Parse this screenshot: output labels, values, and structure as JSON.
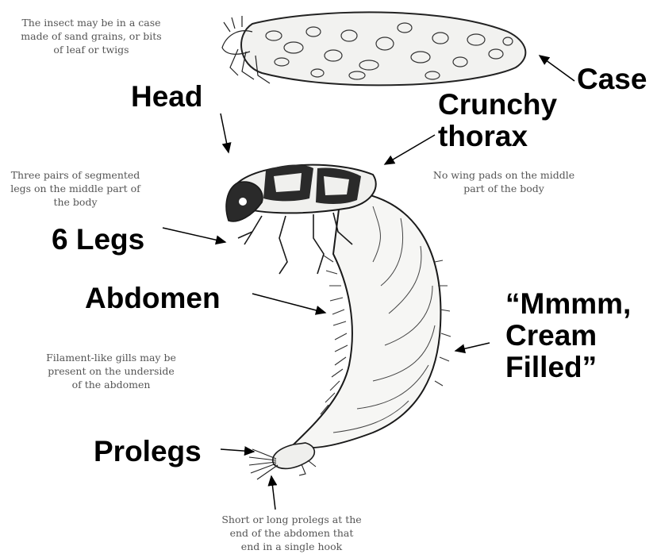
{
  "notes": {
    "case_note": "The insect may be in a case\nmade of sand grains, or bits\nof leaf or twigs",
    "legs_note": "Three pairs of segmented\nlegs on the middle part of\nthe body",
    "wing_note": "No wing pads on the middle\npart of the body",
    "gills_note": "Filament-like gills may be\npresent on the underside\nof the abdomen",
    "prolegs_note": "Short or long prolegs at the\nend of the abdomen that\nend in a single hook"
  },
  "labels": {
    "case": "Case",
    "head": "Head",
    "thorax": "Crunchy\nthorax",
    "legs": "6 Legs",
    "abdomen": "Abdomen",
    "cream": "“Mmmm,\nCream\nFilled”",
    "prolegs": "Prolegs"
  },
  "colors": {
    "ink": "#1a1a1a",
    "body_fill": "#f4f4f2",
    "label": "#000000",
    "note": "#555555"
  }
}
